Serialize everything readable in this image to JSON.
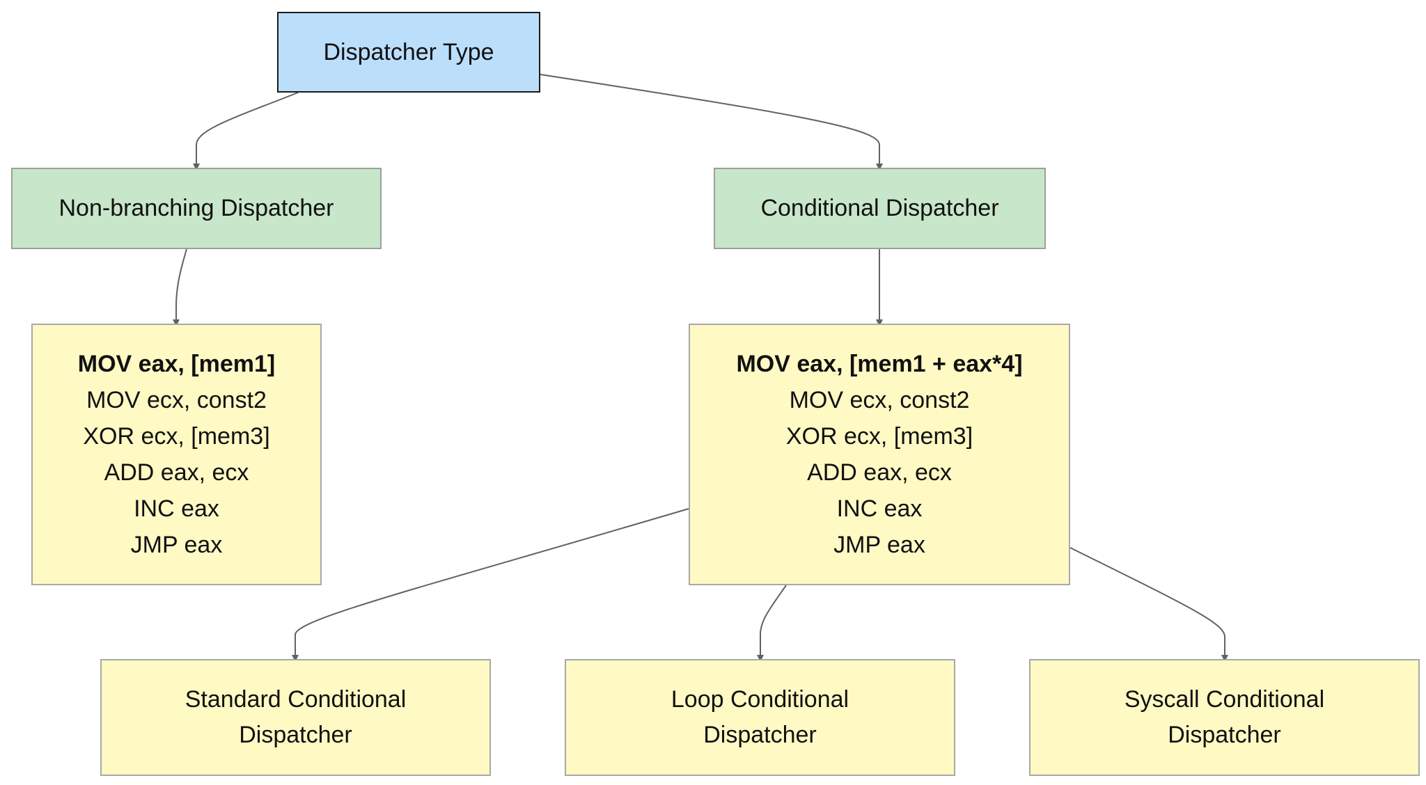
{
  "nodes": {
    "dispatcher_type": {
      "label": "Dispatcher Type"
    },
    "non_branching": {
      "label": "Non-branching Dispatcher"
    },
    "conditional": {
      "label": "Conditional Dispatcher"
    },
    "nb_code": {
      "lines": [
        "MOV eax, [mem1]",
        "MOV ecx, const2",
        "XOR ecx, [mem3]",
        "ADD eax, ecx",
        "INC eax",
        "JMP eax"
      ]
    },
    "cond_code": {
      "lines": [
        "MOV eax, [mem1 + eax*4]",
        "MOV ecx, const2",
        "XOR ecx, [mem3]",
        "ADD eax, ecx",
        "INC eax",
        "JMP eax"
      ]
    },
    "standard": {
      "lines": [
        "Standard Conditional",
        "Dispatcher"
      ]
    },
    "loop": {
      "lines": [
        "Loop Conditional",
        "Dispatcher"
      ]
    },
    "syscall": {
      "lines": [
        "Syscall Conditional",
        "Dispatcher"
      ]
    }
  },
  "colors": {
    "root_fill": "#bbdefb",
    "category_fill": "#c8e6c9",
    "code_fill": "#fff9c4",
    "edge": "#616161"
  }
}
